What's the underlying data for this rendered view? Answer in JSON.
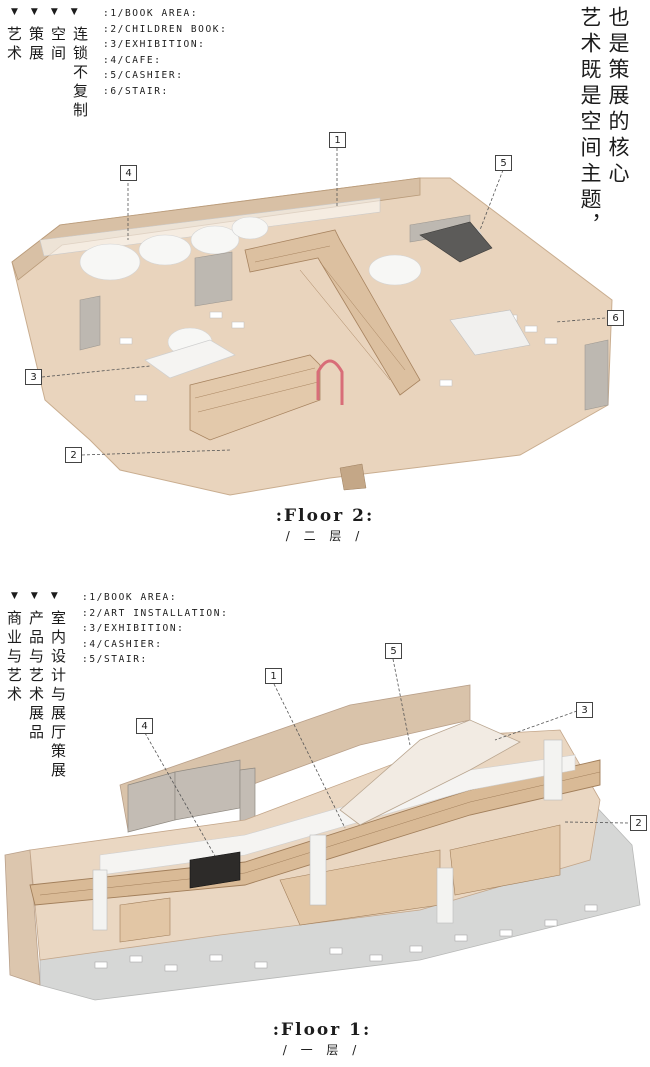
{
  "floor2": {
    "markers": [
      "▼",
      "▼",
      "▼",
      "▼"
    ],
    "tag_columns": [
      "连锁不复制",
      "空间",
      "策展",
      "艺术"
    ],
    "legend": [
      ":1/BOOK AREA:",
      ":2/CHILDREN BOOK:",
      ":3/EXHIBITION:",
      ":4/CAFE:",
      ":5/CASHIER:",
      ":6/STAIR:"
    ],
    "slogan_columns": [
      "艺术既是空间主题，",
      "也是策展的核心"
    ],
    "title": ":Floor 2:",
    "subtitle": "/ 二 层 /",
    "callouts": [
      "1",
      "2",
      "3",
      "4",
      "5",
      "6"
    ]
  },
  "floor1": {
    "markers": [
      "▼",
      "▼",
      "▼"
    ],
    "tag_columns": [
      "室内设计与展厅策展",
      "产品与艺术展品",
      "商业与艺术"
    ],
    "legend": [
      ":1/BOOK AREA:",
      ":2/ART INSTALLATION:",
      ":3/EXHIBITION:",
      ":4/CASHIER:",
      ":5/STAIR:"
    ],
    "title": ":Floor 1:",
    "subtitle": "/ 一 层 /",
    "callouts": [
      "1",
      "2",
      "3",
      "4",
      "5"
    ]
  },
  "colors": {
    "wood": "#e6cfb6",
    "wood_dark": "#b08d6c",
    "white_mass": "#f4f2ef",
    "grey_wall": "#b9b4ae",
    "stone": "#d2d3d2",
    "line": "#555555"
  }
}
